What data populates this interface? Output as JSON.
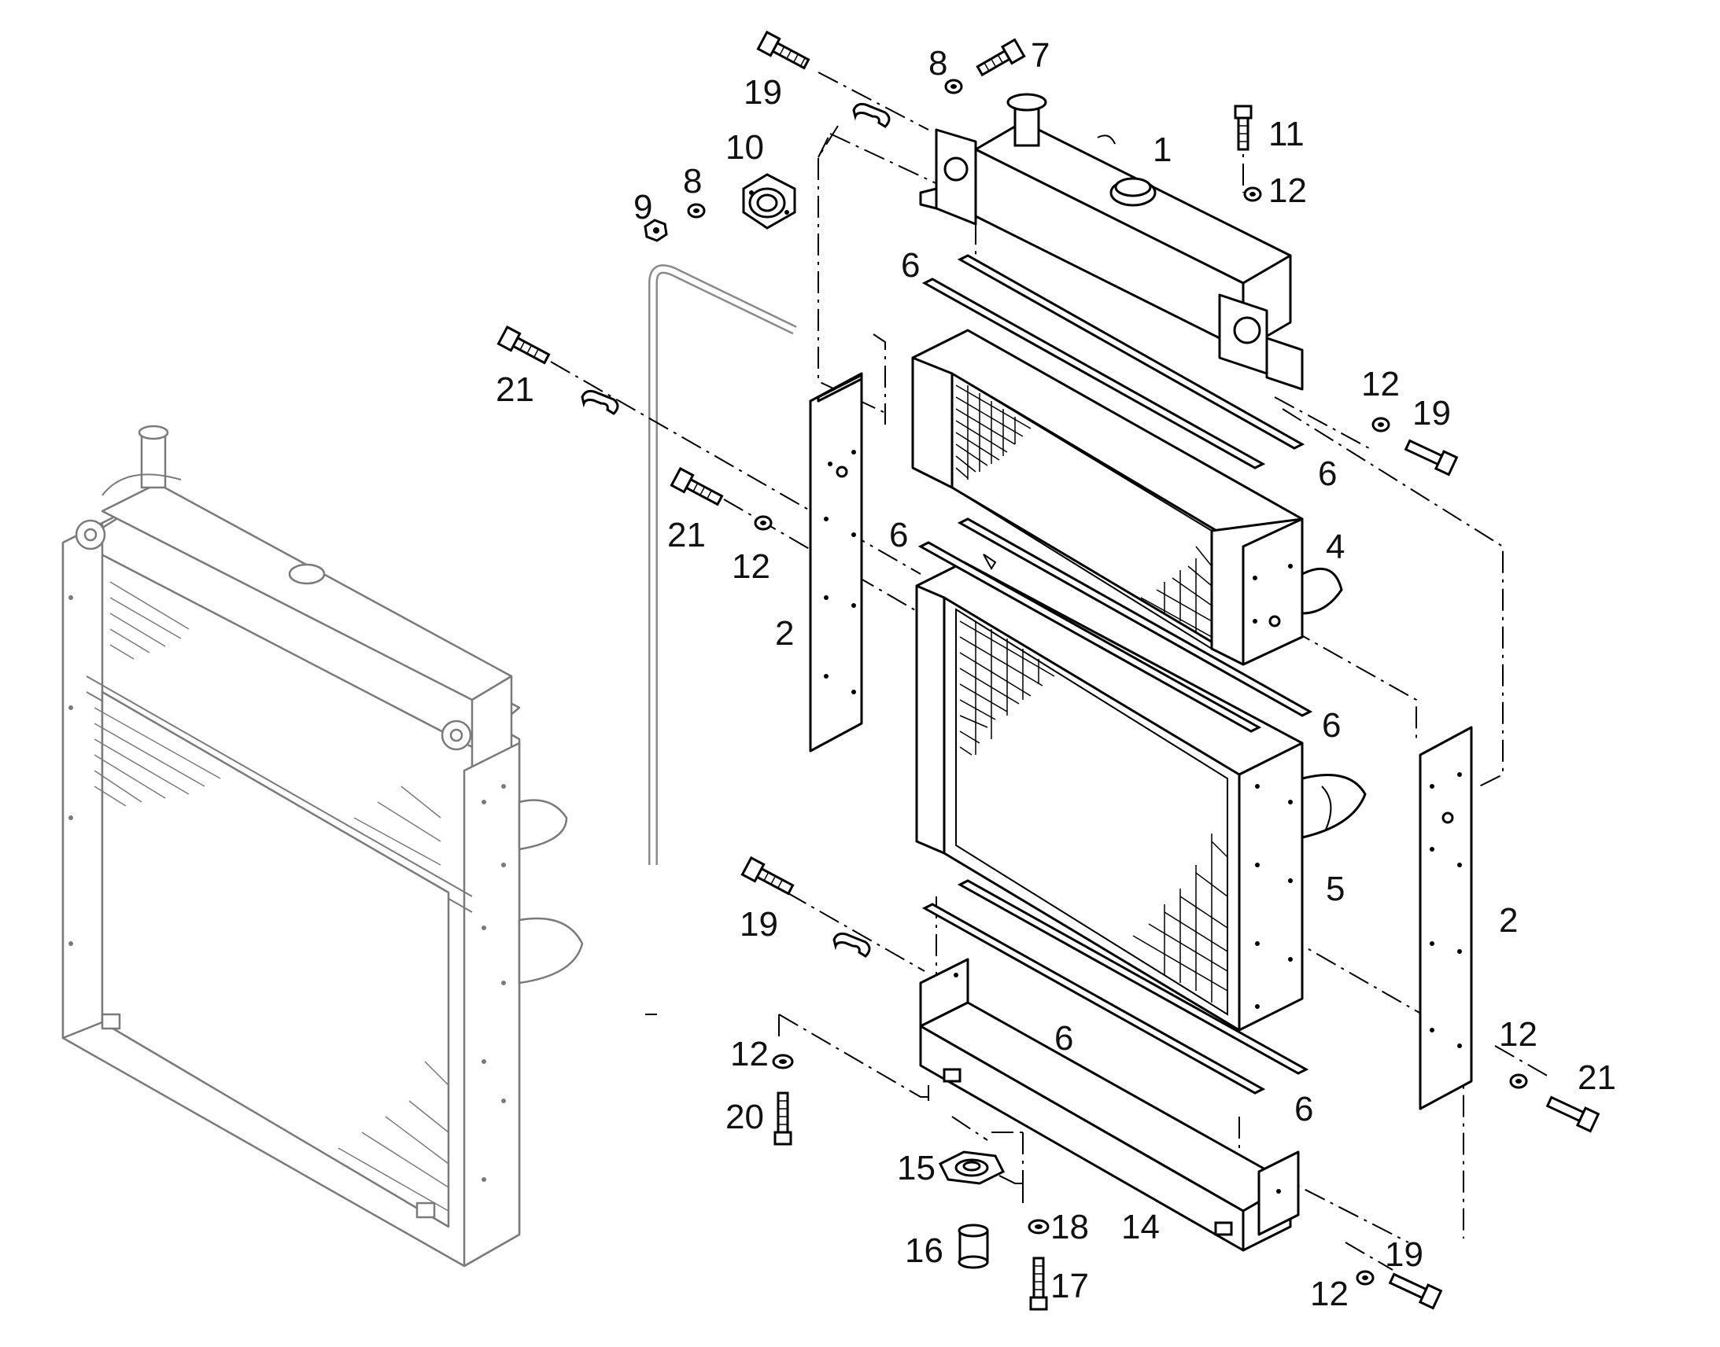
{
  "labels": {
    "p1": "1",
    "p2a": "2",
    "p2b": "2",
    "p4": "4",
    "p5": "5",
    "p6a": "6",
    "p6b": "6",
    "p6c": "6",
    "p6d": "6",
    "p6e": "6",
    "p6f": "6",
    "p7": "7",
    "p8a": "8",
    "p8b": "8",
    "p9": "9",
    "p10": "10",
    "p11": "11",
    "p12a": "12",
    "p12b": "12",
    "p12c": "12",
    "p12d": "12",
    "p12e": "12",
    "p12f": "12",
    "p14": "14",
    "p15": "15",
    "p16": "16",
    "p17": "17",
    "p18": "18",
    "p19a": "19",
    "p19b": "19",
    "p19c": "19",
    "p19d": "19",
    "p20": "20",
    "p21a": "21",
    "p21b": "21",
    "p21c": "21"
  },
  "icons": [
    "bolt-icon",
    "washer-icon",
    "nut-icon",
    "clamp-icon",
    "mount-icon",
    "hose-icon"
  ]
}
